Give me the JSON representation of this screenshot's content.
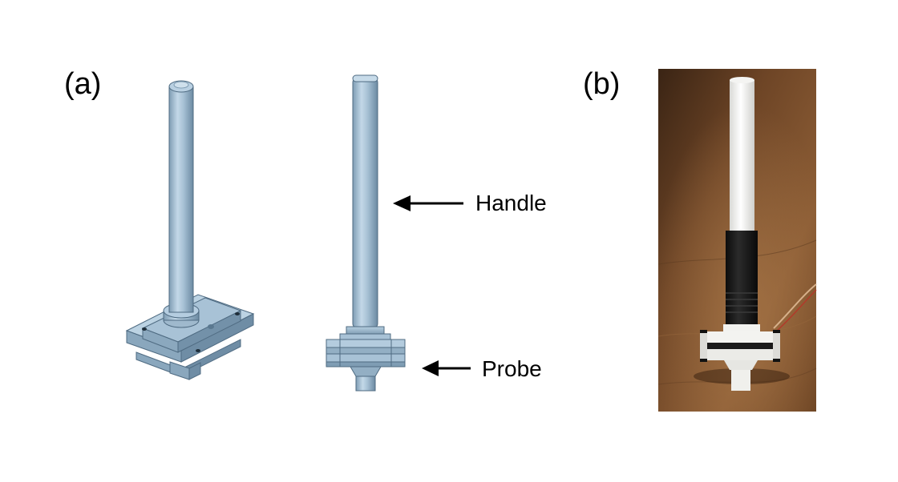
{
  "panels": {
    "a": {
      "label": "(a)"
    },
    "b": {
      "label": "(b)"
    }
  },
  "callouts": {
    "handle": "Handle",
    "probe": "Probe"
  },
  "colors": {
    "cad_blue": "#a9c4d8",
    "cad_dark": "#6f8ea6",
    "photo_wood": "#7a4e2a"
  }
}
